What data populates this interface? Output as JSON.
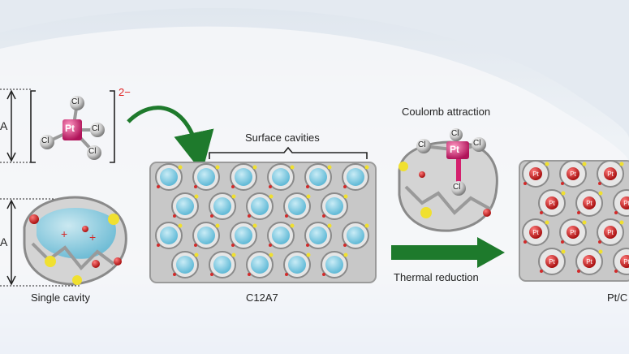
{
  "labels": {
    "charge": "2−",
    "coulomb": "Coulomb attraction",
    "surface": "Surface cavities",
    "thermal": "Thermal reduction",
    "single": "Single cavity",
    "c12a7": "C12A7",
    "ptc": "Pt/C",
    "pt": "Pt",
    "cl": "Cl",
    "dim": "A"
  },
  "colors": {
    "background_top": "#dfe6ee",
    "background_bottom": "#b9cdf0",
    "cage": "#b8b8b8",
    "cavity": "#7fcbe0",
    "pt": "#d4206e",
    "cl": "#c8c8c8",
    "oxygen": "#d22a2a",
    "aluminum": "#f0e030",
    "pt_particle": "#c81e1e",
    "arrow": "#1e7a2c"
  }
}
